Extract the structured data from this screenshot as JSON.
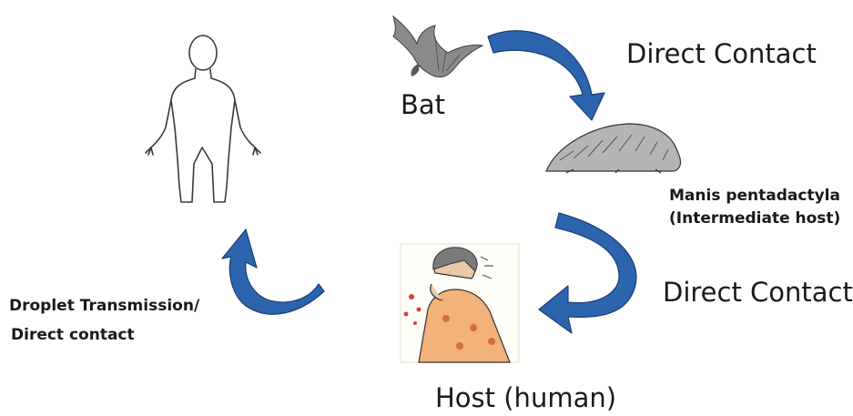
{
  "labels": {
    "bat": "Bat",
    "direct_contact_top": "Direct Contact",
    "intermediate_line1": "Manis pentadactyla",
    "intermediate_line2": "(Intermediate host)",
    "direct_contact_bottom": "Direct Contact",
    "host": "Host (human)",
    "droplet_line1": "Droplet Transmission/",
    "droplet_line2": "Direct contact"
  },
  "icons": [
    "human-outline-icon",
    "bat-icon",
    "pangolin-icon",
    "sick-human-icon"
  ],
  "arrows": [
    "bat-to-pangolin",
    "pangolin-to-host",
    "host-to-human"
  ],
  "colors": {
    "arrow_fill": "#2c64ae",
    "arrow_stroke": "#1a3f74",
    "text": "#1a1a1a"
  }
}
